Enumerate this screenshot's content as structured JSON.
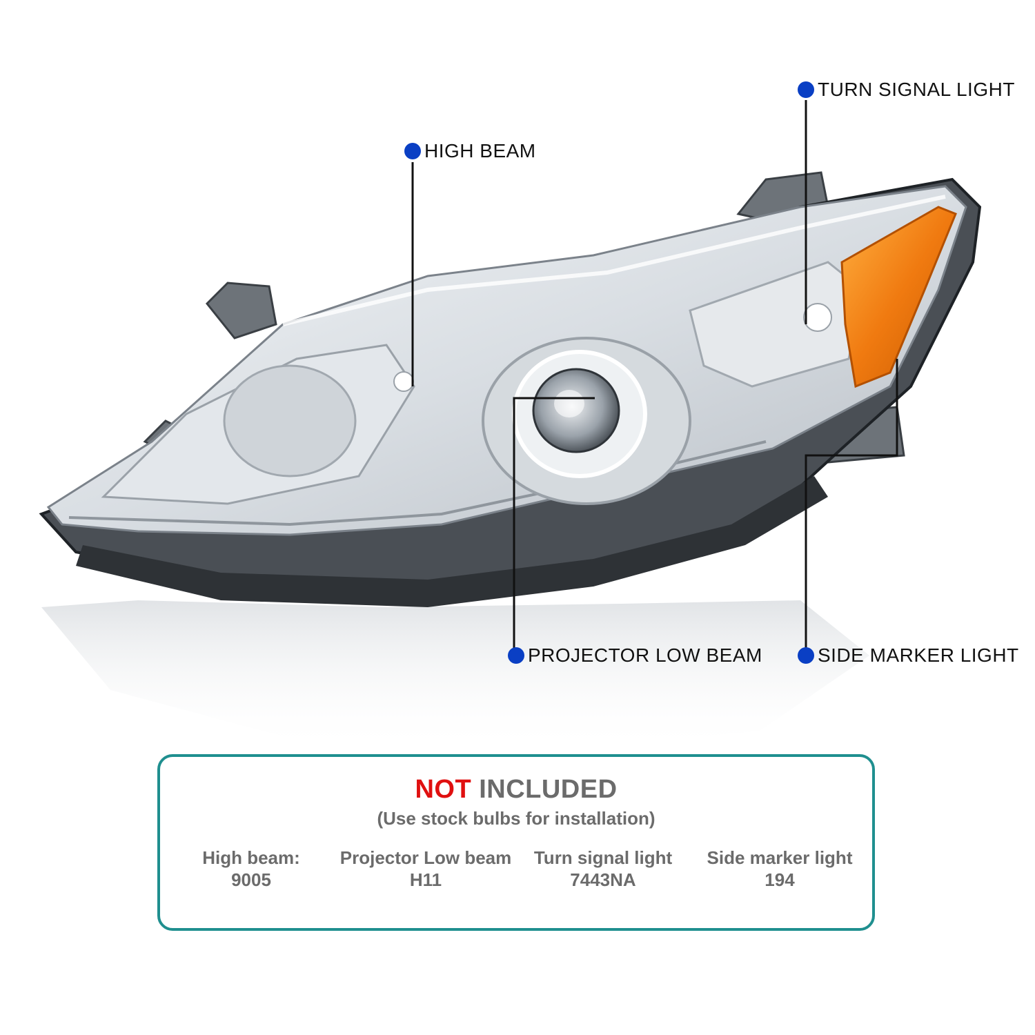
{
  "callouts": {
    "high_beam": "HIGH BEAM",
    "turn_signal": "TURN SIGNAL LIGHT",
    "projector_low_beam": "PROJECTOR LOW BEAM",
    "side_marker": "SIDE MARKER LIGHT"
  },
  "info_box": {
    "heading_accent": "NOT",
    "heading_rest": " INCLUDED",
    "subtitle": "(Use stock bulbs for installation)",
    "specs": [
      {
        "name": "High beam:",
        "bulb": "9005"
      },
      {
        "name": "Projector Low beam",
        "bulb": "H11"
      },
      {
        "name": "Turn signal light",
        "bulb": "7443NA"
      },
      {
        "name": "Side marker light",
        "bulb": "194"
      }
    ]
  },
  "colors": {
    "dot": "#0a3fc4",
    "border": "#1f8f8f",
    "accent_red": "#e01010",
    "muted_text": "#6b6b6b",
    "amber": "#f07a10"
  }
}
